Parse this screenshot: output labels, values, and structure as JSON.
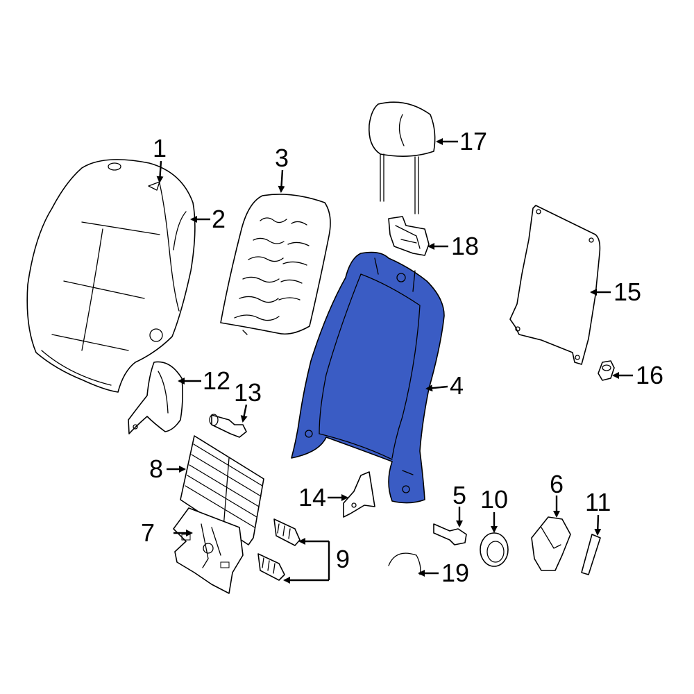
{
  "colors": {
    "highlight": "#3a5cc4",
    "line": "#000000",
    "background": "#ffffff"
  },
  "callouts": {
    "c1": "1",
    "c2": "2",
    "c3": "3",
    "c4": "4",
    "c5": "5",
    "c6": "6",
    "c7": "7",
    "c8": "8",
    "c9": "9",
    "c10": "10",
    "c11": "11",
    "c12": "12",
    "c13": "13",
    "c14": "14",
    "c15": "15",
    "c16": "16",
    "c17": "17",
    "c18": "18",
    "c19": "19"
  }
}
